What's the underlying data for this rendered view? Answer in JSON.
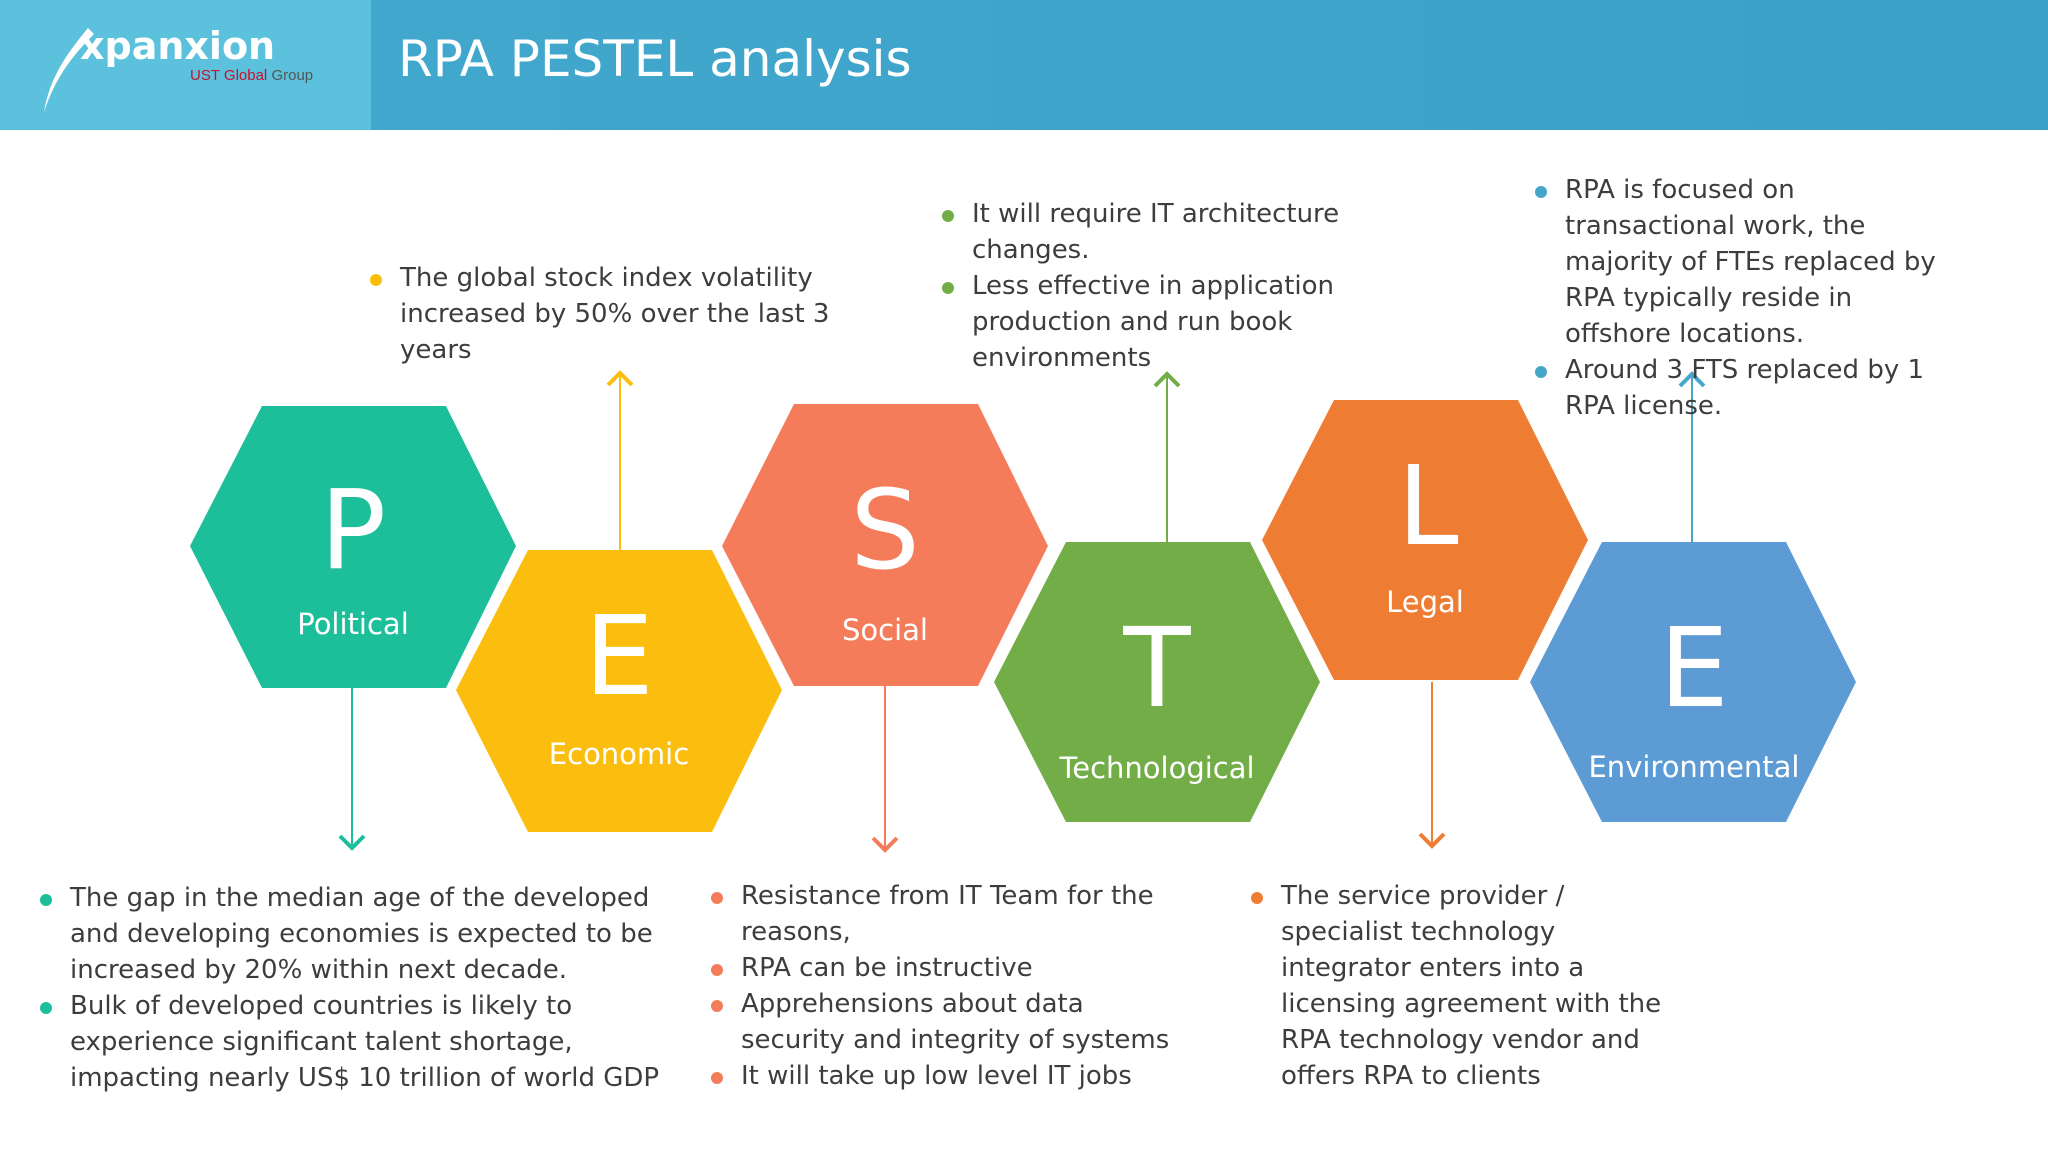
{
  "header": {
    "title": "RPA PESTEL analysis",
    "logo_name": "xpanxion",
    "logo_sub_brand": "UST Global",
    "logo_sub_group": "Group"
  },
  "hexagons": [
    {
      "letter": "P",
      "label": "Political",
      "color": "#1dbf9a"
    },
    {
      "letter": "E",
      "label": "Economic",
      "color": "#fbbe0f"
    },
    {
      "letter": "S",
      "label": "Social",
      "color": "#f57c5b"
    },
    {
      "letter": "T",
      "label": "Technological",
      "color": "#72ad47"
    },
    {
      "letter": "L",
      "label": "Legal",
      "color": "#ee7c33"
    },
    {
      "letter": "E",
      "label": "Environmental",
      "color": "#5d9bd5"
    }
  ],
  "notes": {
    "political": {
      "dot_color": "#1dbf9a",
      "items": [
        "The gap in the median age of the developed and developing economies is expected to be increased by 20% within next decade.",
        "Bulk of developed countries is likely to experience significant talent shortage, impacting nearly US$ 10 trillion of world GDP"
      ]
    },
    "economic": {
      "dot_color": "#fbbe0f",
      "items": [
        "The global stock index volatility increased by 50% over the last 3 years"
      ]
    },
    "social": {
      "dot_color": "#f57c5b",
      "items": [
        "Resistance from IT Team for the reasons,",
        "RPA can be instructive",
        "Apprehensions about data security and integrity of systems",
        "It will take up low level IT jobs"
      ]
    },
    "technological": {
      "dot_color": "#72ad47",
      "items": [
        "It will require IT architecture changes.",
        "Less effective in application production and run book environments"
      ]
    },
    "legal": {
      "dot_color": "#ee7c33",
      "items": [
        "The service provider / specialist technology integrator enters into a licensing agreement with the RPA technology vendor and offers RPA to clients"
      ]
    },
    "environmental": {
      "dot_color": "#45a6c9",
      "items": [
        "RPA is focused on transactional work, the majority of FTEs replaced by RPA typically reside in offshore locations.",
        "Around 3 FTS replaced by 1 RPA license."
      ]
    }
  }
}
